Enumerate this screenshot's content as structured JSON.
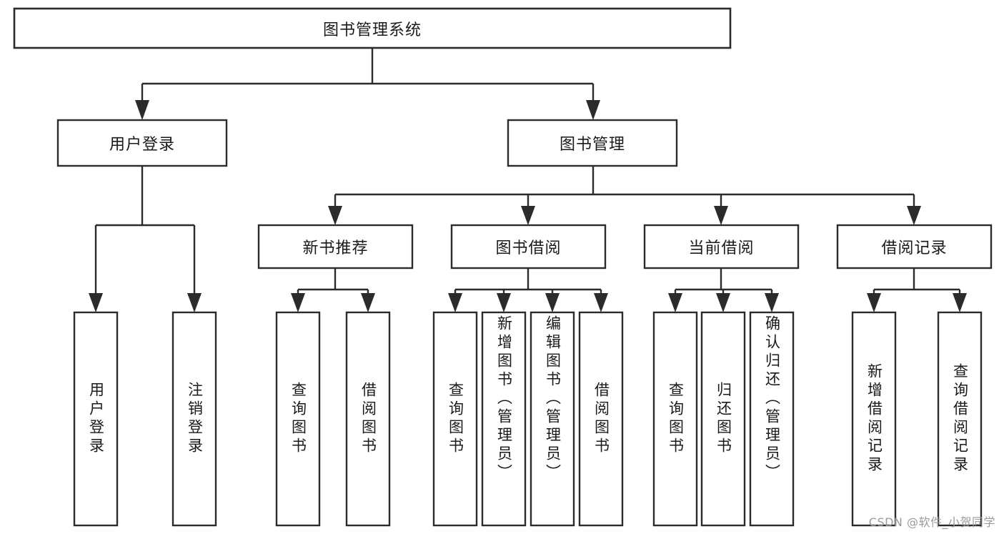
{
  "diagram": {
    "title": "图书管理系统",
    "type": "hierarchy-tree",
    "colors": {
      "box_stroke": "#2b2b2b",
      "box_fill": "#ffffff",
      "text": "#1a1a1a",
      "background": "#ffffff",
      "watermark": "#9a9a9a"
    },
    "root": {
      "label": "图书管理系统"
    },
    "level2": [
      {
        "label": "用户登录"
      },
      {
        "label": "图书管理"
      }
    ],
    "level3": [
      {
        "label": "新书推荐"
      },
      {
        "label": "图书借阅"
      },
      {
        "label": "当前借阅"
      },
      {
        "label": "借阅记录"
      }
    ],
    "leaves": {
      "user_login": [
        {
          "label": "用户登录"
        },
        {
          "label": "注销登录"
        }
      ],
      "new_book_recommend": [
        {
          "label": "查询图书"
        },
        {
          "label": "借阅图书"
        }
      ],
      "book_borrow": [
        {
          "label": "查询图书"
        },
        {
          "label": "新增图书（管理员）"
        },
        {
          "label": "编辑图书（管理员）"
        },
        {
          "label": "借阅图书"
        }
      ],
      "current_borrow": [
        {
          "label": "查询图书"
        },
        {
          "label": "归还图书"
        },
        {
          "label": "确认归还（管理员）"
        }
      ],
      "borrow_record": [
        {
          "label": "新增借阅记录"
        },
        {
          "label": "查询借阅记录"
        }
      ]
    }
  },
  "watermark": {
    "text": "CSDN @软件_小贺同学"
  }
}
